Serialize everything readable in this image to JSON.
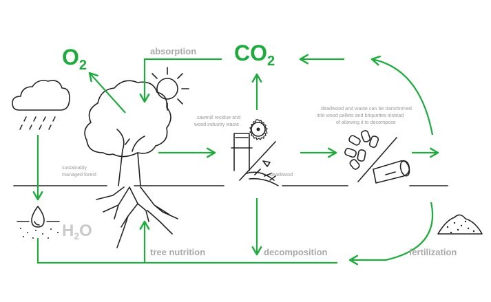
{
  "labels": {
    "o2": "O",
    "o2_sub": "2",
    "co2": "CO",
    "co2_sub": "2",
    "h2o_h": "H",
    "h2o_sub": "2",
    "h2o_o": "O",
    "absorption": "absorption",
    "tree_nutrition": "tree nutrition",
    "decomposition": "decomposition",
    "fertilization": "fertilization",
    "sustainably_1": "sustainably",
    "sustainably_2": "managed forest",
    "sawmill_1": "sawmill residue and",
    "sawmill_2": "wood industry waste",
    "deadwood": "deadwood",
    "transform_1": "deadwood and waste can be transformed",
    "transform_2": "into wood pellets and briquettes instead",
    "transform_3": "of allowing it to decompose"
  },
  "colors": {
    "accent": "#1faa3d",
    "label_gray": "#a9a9a9",
    "ink": "#222222"
  },
  "icons": [
    "cloud-rain-icon",
    "water-drop-icon",
    "sun-icon",
    "tree-icon",
    "sawmill-chair-icon",
    "deadwood-icon",
    "pellets-icon",
    "log-icon",
    "soil-pile-icon"
  ]
}
